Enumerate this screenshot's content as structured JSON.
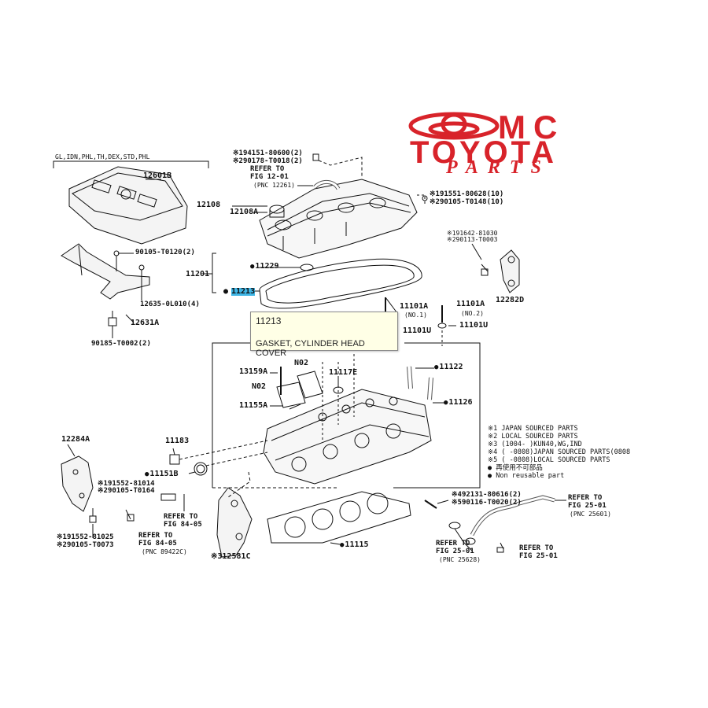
{
  "logo": {
    "mc": "MC",
    "toyota": "TOYOTA",
    "parts": "PARTS",
    "color": "#d8232a"
  },
  "tooltip": {
    "code": "11213",
    "name": "GASKET, CYLINDER HEAD COVER",
    "highlight_color": "#3fb6e6"
  },
  "labels": {
    "region": "GL,IDN,PHL,TH,DEX,STD,PHL",
    "p12601B": "12601B",
    "p90105_T0120": "90105-T0120(2)",
    "p12635": "12635-0L010(4)",
    "p12631A": "12631A",
    "p90185": "90185-T0002(2)",
    "p194151": "※194151-80600(2)",
    "p290178": "※290178-T0018(2)",
    "refer_to_a": "REFER TO",
    "fig_12_01": "FIG 12-01",
    "pnc_12261": "(PNC 12261)",
    "p12108": "12108",
    "p12108A": "12108A",
    "p191551": "※191551-80628(10)",
    "p290105_T0148": "※290105-T0148(10)",
    "p191642": "※191642-81030",
    "p290113": "※290113-T0003",
    "p12282D": "12282D",
    "p11201": "11201",
    "p11229": "11229",
    "p11213": "11213",
    "p11101A_1": "11101A",
    "no1": "(NO.1)",
    "p11101A_2": "11101A",
    "no2": "(NO.2)",
    "p11101U_1": "11101U",
    "p11101U_2": "11101U",
    "p13159A": "13159A",
    "n02_a": "N02",
    "p11117E": "11117E",
    "n02_b": "N02",
    "p11122": "11122",
    "p11155A": "11155A",
    "p11126": "11126",
    "p12284A": "12284A",
    "p11183": "11183",
    "p11151B": "11151B",
    "p191552_81014": "※191552-81014",
    "p290105_T0164": "※290105-T0164",
    "refer_to_b": "REFER TO",
    "fig_84_05_a": "FIG 84-05",
    "p191552_81025": "※191552-81025",
    "p290105_T0073": "※290105-T0073",
    "refer_to_c": "REFER TO",
    "fig_84_05_b": "FIG 84-05",
    "pnc_89422c": "(PNC 89422C)",
    "p12581C": "※312581C",
    "p11115": "11115",
    "p492131": "※492131-80616(2)",
    "p590116": "※590116-T0020(2)",
    "refer_to_d": "REFER TO",
    "fig_25_01_a": "FIG 25-01",
    "pnc_25601": "(PNC 25601)",
    "refer_to_e": "REFER TO",
    "fig_25_01_b": "FIG 25-01",
    "pnc_25628": "(PNC 25628)",
    "refer_to_f": "REFER TO",
    "fig_25_01_c": "FIG 25-01"
  },
  "legend": [
    "※1 JAPAN SOURCED PARTS",
    "※2 LOCAL SOURCED PARTS",
    "※3 (1004-     )KUN40,WG,IND",
    "※4 (        -0808)JAPAN SOURCED PARTS(0808",
    "※5 (        -0808)LOCAL SOURCED PARTS",
    "● 再使用不可部品",
    "● Non reusable part"
  ]
}
